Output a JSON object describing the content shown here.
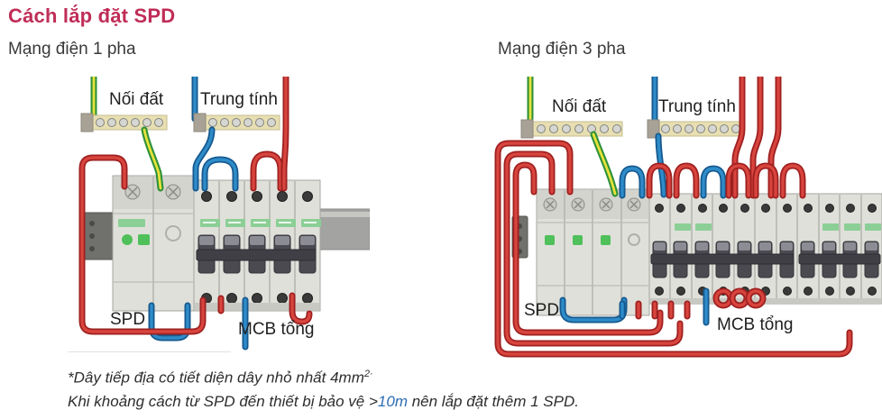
{
  "page": {
    "title": "Cách lắp đặt SPD"
  },
  "diagrams": [
    {
      "id": "single-phase",
      "subtitle": "Mạng điện 1 pha",
      "labels": {
        "earth": "Nối đất",
        "neutral": "Trung tính",
        "spd": "SPD",
        "mcb": "MCB tổng"
      }
    },
    {
      "id": "three-phase",
      "subtitle": "Mạng điện 3 pha",
      "labels": {
        "earth": "Nối đất",
        "neutral": "Trung tính",
        "spd": "SPD",
        "mcb": "MCB tổng"
      }
    }
  ],
  "footnotes": {
    "line1_text": "*Dây tiếp địa có tiết diện dây nhỏ nhất 4mm",
    "line1_sup": "2",
    "line1_suffix": "·",
    "line2_prefix": "Khi khoảng cách từ SPD đến thiết bị bảo vệ >",
    "line2_highlight": "10m",
    "line2_suffix": " nên lắp đặt thêm 1 SPD."
  },
  "colors": {
    "accent": "#c02d57",
    "subtitle-text": "#3a3a3a",
    "label-text": "#1f1f1f",
    "footnote-text": "#2d2d2d",
    "highlight-blue": "#2e6cb5",
    "wire-red": "#9e201f",
    "wire-red-core": "#d8443e",
    "wire-blue": "#15598f",
    "wire-blue-core": "#2f8cc9",
    "wire-green": "#2e9039",
    "wire-green-core": "#e6e23c",
    "busbar": "#e7dfb2",
    "busbar-border": "#c6bc8e",
    "busbar-end": "#a8a296",
    "device": "#e0e0da",
    "device-border": "#a6a6a0",
    "device-top": "#d4d4ce",
    "toggle": "#4a4a50",
    "toggle-bar": "#3f3f45",
    "terminal": "#3a3a3a",
    "rail": "#a3a3a1",
    "bracket": "#70706c",
    "label-green": "#8ccf96",
    "indicator-green": "#4fc05a",
    "photo-edge": "#e0e0de"
  }
}
